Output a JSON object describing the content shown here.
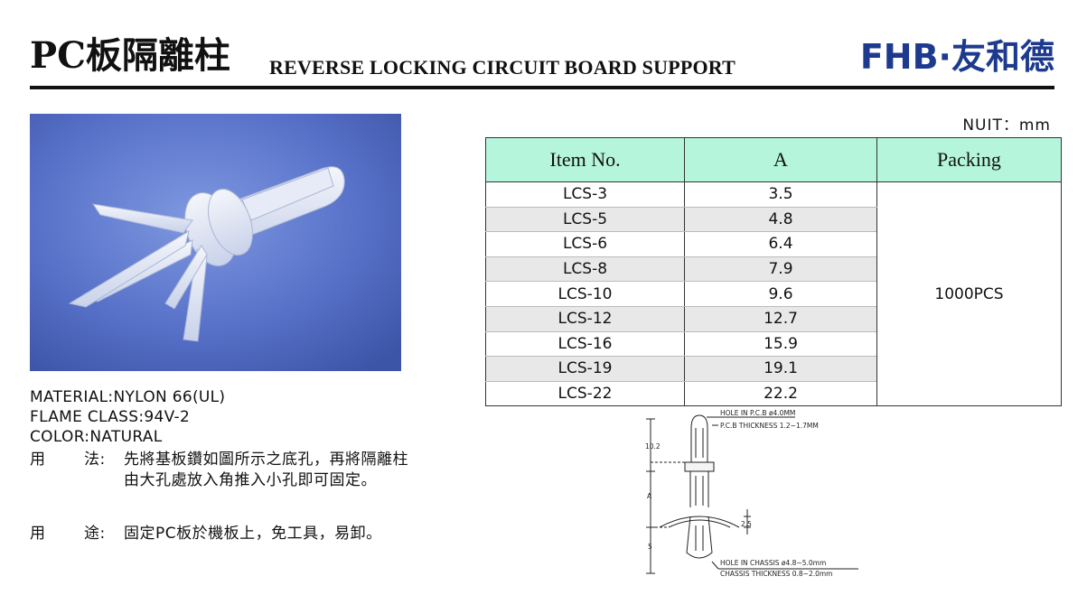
{
  "header": {
    "title_cn": "PC板隔離柱",
    "title_en": "REVERSE LOCKING CIRCUIT BOARD SUPPORT",
    "brand": "FHB·友和德",
    "brand_color": "#1d3a8f"
  },
  "specs": {
    "material": "MATERIAL:NYLON 66(UL)",
    "flame": "FLAME CLASS:94V-2",
    "color": "COLOR:NATURAL"
  },
  "usage": {
    "method_k1": "用",
    "method_k2": "法:",
    "method_text": "先將基板鑽如圖所示之底孔，再將隔離柱由大孔處放入角推入小孔即可固定。",
    "purpose_k1": "用",
    "purpose_k2": "途:",
    "purpose_text": "固定PC板於機板上，免工具，易卸。"
  },
  "unit": "NUIT：mm",
  "table": {
    "headers": [
      "Item No.",
      "A",
      "Packing"
    ],
    "rows": [
      {
        "item": "LCS-3",
        "a": "3.5"
      },
      {
        "item": "LCS-5",
        "a": "4.8"
      },
      {
        "item": "LCS-6",
        "a": "6.4"
      },
      {
        "item": "LCS-8",
        "a": "7.9"
      },
      {
        "item": "LCS-10",
        "a": "9.6"
      },
      {
        "item": "LCS-12",
        "a": "12.7"
      },
      {
        "item": "LCS-16",
        "a": "15.9"
      },
      {
        "item": "LCS-19",
        "a": "19.1"
      },
      {
        "item": "LCS-22",
        "a": "22.2"
      }
    ],
    "packing": "1000PCS",
    "header_bg": "#b5f5dc"
  },
  "diagram": {
    "hole_pcb": "HOLE IN P.C.B ø4.0MM",
    "pcb_thickness": "P.C.B THICKNESS 1.2~1.7MM",
    "dim_top": "10.2",
    "dim_a": "A",
    "dim_gap": "2.5",
    "dim_bottom": "5",
    "hole_chassis": "HOLE IN CHASSIS ø4.8~5.0mm",
    "chassis_thickness": "CHASSIS THICKNESS 0.8~2.0mm"
  }
}
